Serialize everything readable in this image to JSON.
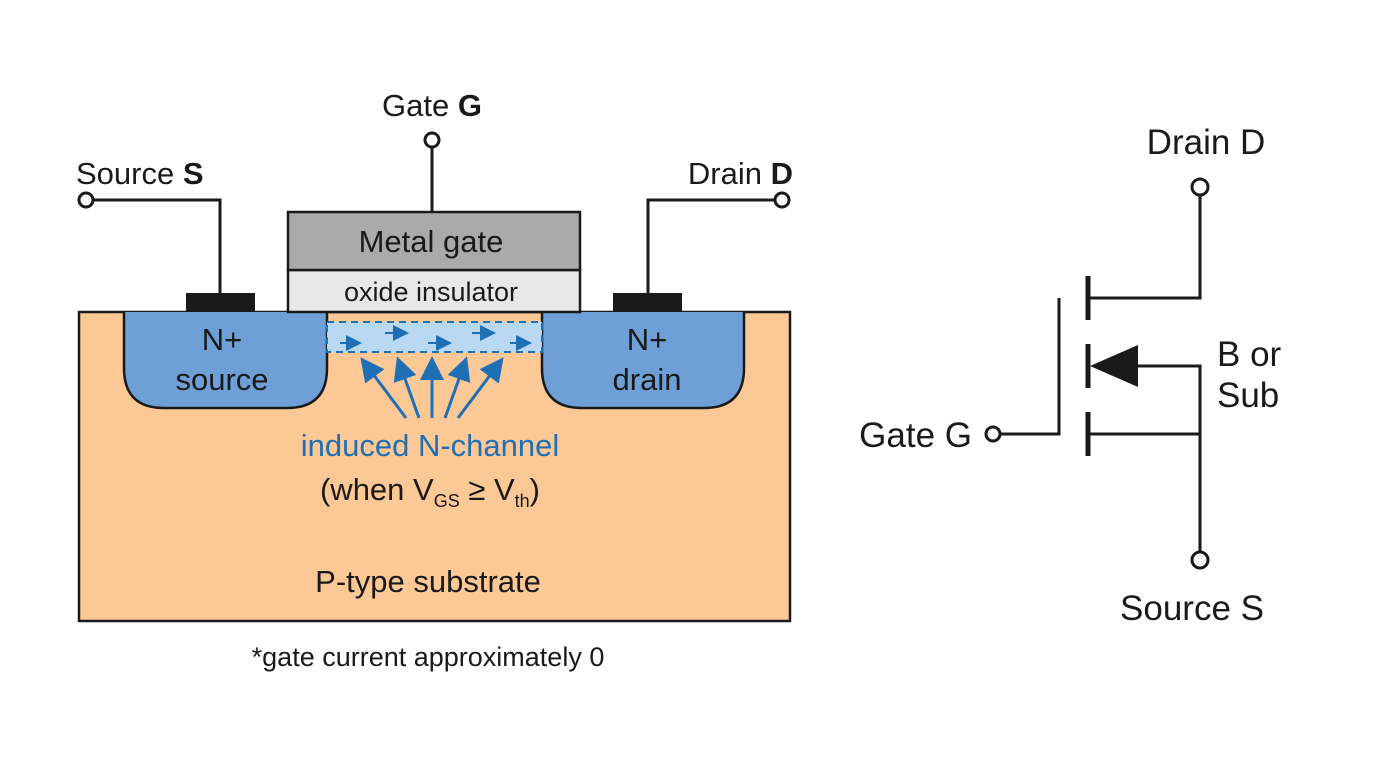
{
  "colors": {
    "substrate": "#fbc896",
    "n_plus": "#6e9fd6",
    "channel": "#b9d8f2",
    "channel_accent": "#1f6fb5",
    "metal_gate": "#aaaaaa",
    "oxide": "#e8e8e8",
    "contact": "#1a1a1a",
    "stroke": "#1a1a1a"
  },
  "cross_section": {
    "gate_terminal": {
      "label": "Gate ",
      "letter": "G"
    },
    "source_terminal": {
      "label": "Source ",
      "letter": "S"
    },
    "drain_terminal": {
      "label": "Drain ",
      "letter": "D"
    },
    "metal_gate_label": "Metal gate",
    "oxide_label": "oxide insulator",
    "source_region": {
      "line1": "N+",
      "line2": "source"
    },
    "drain_region": {
      "line1": "N+",
      "line2": "drain"
    },
    "channel_label": "induced N-channel",
    "condition": {
      "open": "(when V",
      "vgs_sub": "GS",
      "op": " ≥ V",
      "vth_sub": "th",
      "close": ")"
    },
    "substrate_label": "P-type substrate",
    "footnote": "*gate current approximately 0"
  },
  "symbol": {
    "drain_label": "Drain D",
    "gate_label": "Gate G",
    "source_label": "Source S",
    "body_label_line1": "B or",
    "body_label_line2": "Sub"
  }
}
